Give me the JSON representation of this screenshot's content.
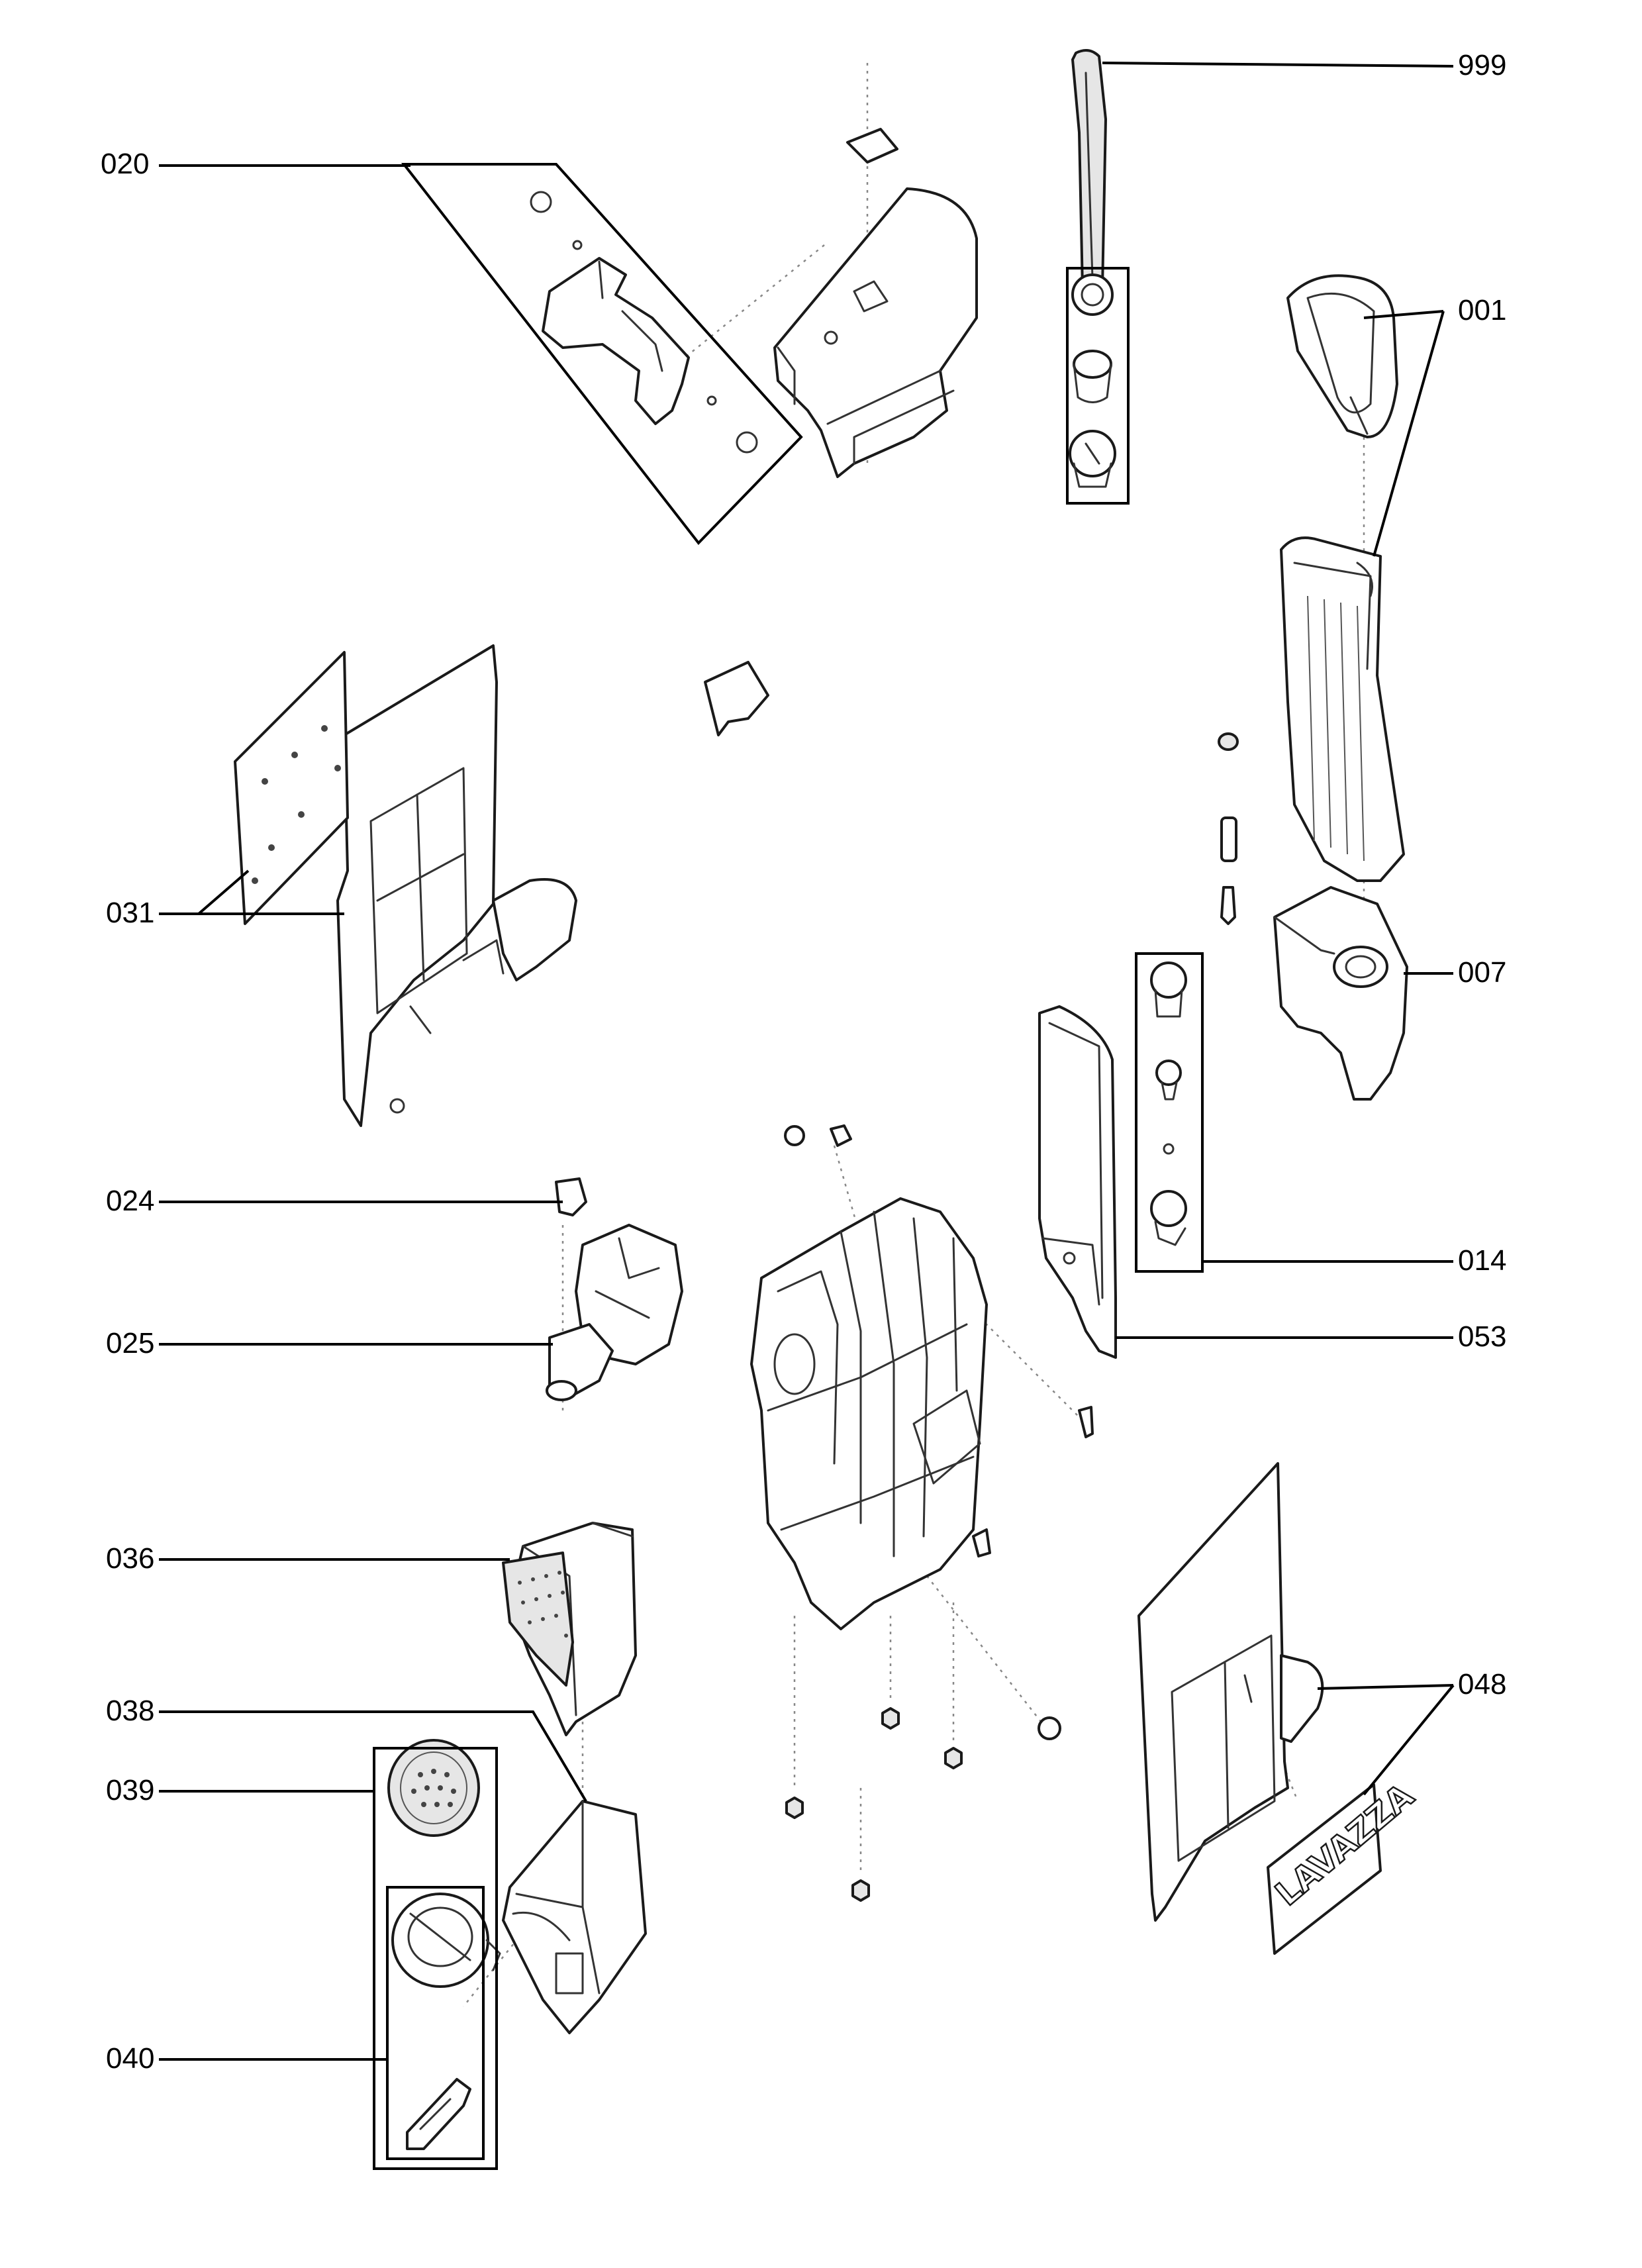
{
  "callouts": {
    "c020": "020",
    "c999": "999",
    "c001": "001",
    "c031": "031",
    "c007": "007",
    "c024": "024",
    "c014": "014",
    "c025": "025",
    "c053": "053",
    "c036": "036",
    "c048": "048",
    "c038": "038",
    "c039": "039",
    "c040": "040"
  },
  "logo_text": "LAVAZZA"
}
